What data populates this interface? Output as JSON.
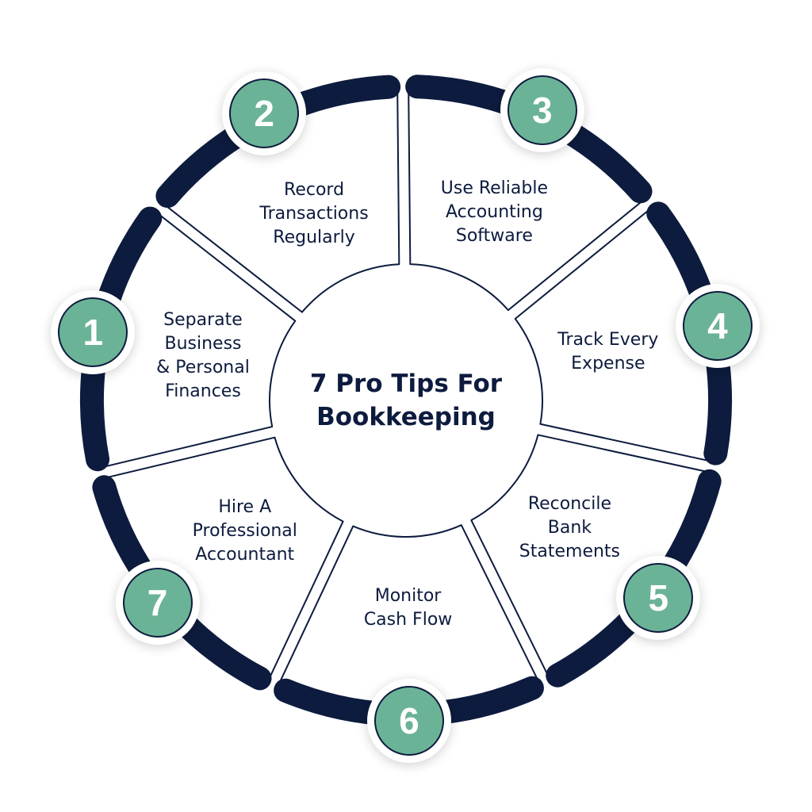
{
  "title": {
    "line1": "7 Pro Tips For",
    "line2": "Bookkeeping"
  },
  "colors": {
    "navy": "#0d1b3e",
    "green": "#6bb396"
  },
  "tips": [
    {
      "number": "1",
      "text": "Separate\nBusiness\n& Personal\nFinances"
    },
    {
      "number": "2",
      "text": "Record\nTransactions\nRegularly"
    },
    {
      "number": "3",
      "text": "Use Reliable\nAccounting\nSoftware"
    },
    {
      "number": "4",
      "text": "Track Every\nExpense"
    },
    {
      "number": "5",
      "text": "Reconcile\nBank\nStatements"
    },
    {
      "number": "6",
      "text": "Monitor\nCash Flow"
    },
    {
      "number": "7",
      "text": "Hire A\nProfessional\nAccountant"
    }
  ]
}
